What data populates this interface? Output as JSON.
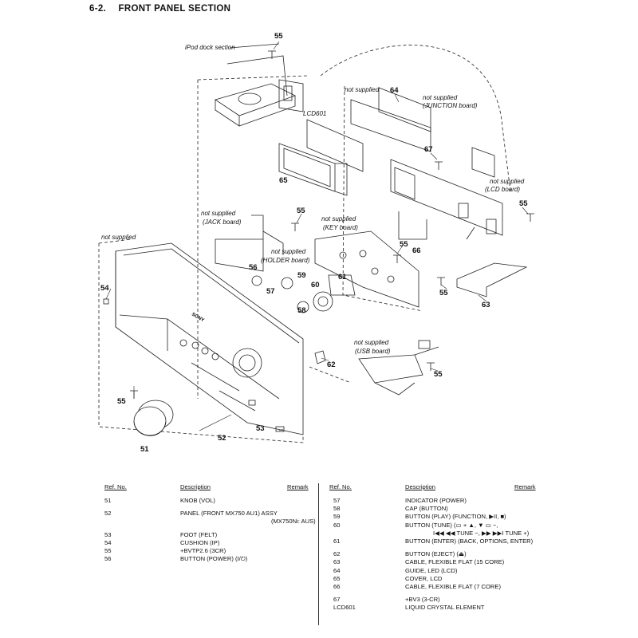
{
  "header": {
    "section_number": "6-2.",
    "section_title": "FRONT PANEL SECTION"
  },
  "diagram": {
    "callouts": {
      "ipod_dock": "iPod dock section",
      "lcd601": "LCD601",
      "ns_lcd_guide": "not supplied",
      "ns_junction_1": "not supplied",
      "ns_junction_2": "(JUNCTION board)",
      "ns_lcd_board_1": "not supplied",
      "ns_lcd_board_2": "(LCD board)",
      "ns_jack_1": "not supplied",
      "ns_jack_2": "(JACK board)",
      "ns_key_1": "not supplied",
      "ns_key_2": "(KEY board)",
      "ns_holder_1": "not supplied",
      "ns_holder_2": "(HOLDER board)",
      "ns_panel": "not supplied",
      "ns_usb_1": "not supplied",
      "ns_usb_2": "(USB board)"
    },
    "part_numbers": {
      "p55a": "55",
      "p64": "64",
      "p67": "67",
      "p65": "65",
      "p55b": "55",
      "p55c": "55",
      "p55d": "55",
      "p66": "66",
      "p56": "56",
      "p57": "57",
      "p59": "59",
      "p60": "60",
      "p61": "61",
      "p58": "58",
      "p54": "54",
      "p55e": "55",
      "p63": "63",
      "p62": "62",
      "p55f": "55",
      "p55g": "55",
      "p52": "52",
      "p53": "53",
      "p51": "51"
    },
    "panel_marks": {
      "brand": "SONY"
    }
  },
  "parts_table": {
    "headers": {
      "ref": "Ref. No.",
      "description": "Description",
      "remark": "Remark"
    },
    "left": [
      {
        "ref": "51",
        "description": "KNOB (VOL)",
        "remark": ""
      },
      {
        "ref": "52",
        "description": "PANEL (FRONT MX750 AU1) ASSY",
        "remark": ""
      },
      {
        "ref": "",
        "description": "",
        "remark": "(MX750Ni: AUS)"
      },
      {
        "ref": "53",
        "description": "FOOT (FELT)",
        "remark": ""
      },
      {
        "ref": "54",
        "description": "CUSHION (IP)",
        "remark": ""
      },
      {
        "ref": "55",
        "description": "+BVTP2.6 (3CR)",
        "remark": ""
      },
      {
        "ref": "56",
        "description": "BUTTON (POWER) (I/⏻)",
        "remark": ""
      }
    ],
    "right": [
      {
        "ref": "57",
        "description": "INDICATOR (POWER)"
      },
      {
        "ref": "58",
        "description": "CAP (BUTTON)"
      },
      {
        "ref": "59",
        "description": "BUTTON (PLAY) (FUNCTION, ▶II, ■)"
      },
      {
        "ref": "60",
        "description": "BUTTON (TUNE) (▭ + ▲, ▼ ▭ −,"
      },
      {
        "ref": "",
        "description": "I◀◀ ◀◀ TUNE −, ▶▶ ▶▶I TUNE +)"
      },
      {
        "ref": "61",
        "description": "BUTTON (ENTER) (BACK, OPTIONS, ENTER)"
      },
      {
        "ref": "62",
        "description": "BUTTON (EJECT) (⏏)"
      },
      {
        "ref": "63",
        "description": "CABLE, FLEXIBLE FLAT (15 CORE)"
      },
      {
        "ref": "64",
        "description": "GUIDE, LED (LCD)"
      },
      {
        "ref": "65",
        "description": "COVER, LCD"
      },
      {
        "ref": "66",
        "description": "CABLE, FLEXIBLE FLAT (7 CORE)"
      },
      {
        "ref": "67",
        "description": "+BV3 (3-CR)"
      },
      {
        "ref": "LCD601",
        "description": "LIQUID CRYSTAL ELEMENT"
      }
    ]
  }
}
